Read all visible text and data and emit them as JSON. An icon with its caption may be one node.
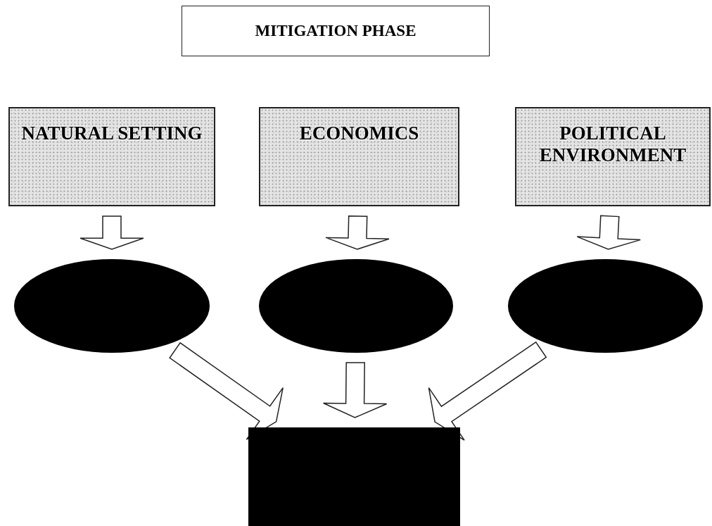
{
  "diagram": {
    "nodes": [
      {
        "text": [
          "MITIGATION PHASE"
        ]
      },
      {
        "text": [
          "NATURAL SETTING"
        ]
      },
      {
        "text": [
          "ECONOMICS"
        ]
      },
      {
        "text": [
          "POLITICAL ENVIRONMENT"
        ]
      },
      {
        "text": [],
        "shape": "ellipse"
      },
      {
        "text": [],
        "shape": "ellipse"
      },
      {
        "text": [],
        "shape": "ellipse"
      },
      {
        "text": [],
        "shape": "box"
      }
    ],
    "edges": [
      {
        "from": 1,
        "to": 4,
        "arrow": "to"
      },
      {
        "from": 2,
        "to": 5,
        "arrow": "to"
      },
      {
        "from": 3,
        "to": 6,
        "arrow": "to"
      },
      {
        "from": 4,
        "to": 7,
        "arrow": "to"
      },
      {
        "from": 5,
        "to": 7,
        "arrow": "to"
      },
      {
        "from": 6,
        "to": 7,
        "arrow": "to"
      }
    ]
  }
}
